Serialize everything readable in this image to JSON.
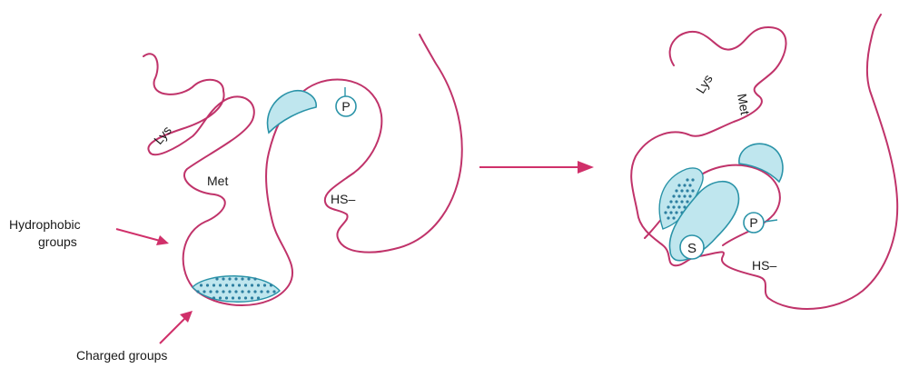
{
  "colors": {
    "chain": "#c0336a",
    "arrow": "#d0306a",
    "ligand_fill": "#bfe6ee",
    "ligand_stroke": "#2a93a8",
    "dots": "#2d7fa0"
  },
  "left_structure": {
    "labels": {
      "lys": "Lys",
      "met": "Met",
      "hs": "HS–",
      "p": "P"
    },
    "annotations": {
      "hydrophobic_line1": "Hydrophobic",
      "hydrophobic_line2": "groups",
      "charged": "Charged groups"
    }
  },
  "right_structure": {
    "labels": {
      "lys": "Lys",
      "met": "Met",
      "hs": "HS–",
      "p": "P",
      "s": "S"
    }
  },
  "transition_arrow": {
    "icon": "arrow-right-icon"
  }
}
